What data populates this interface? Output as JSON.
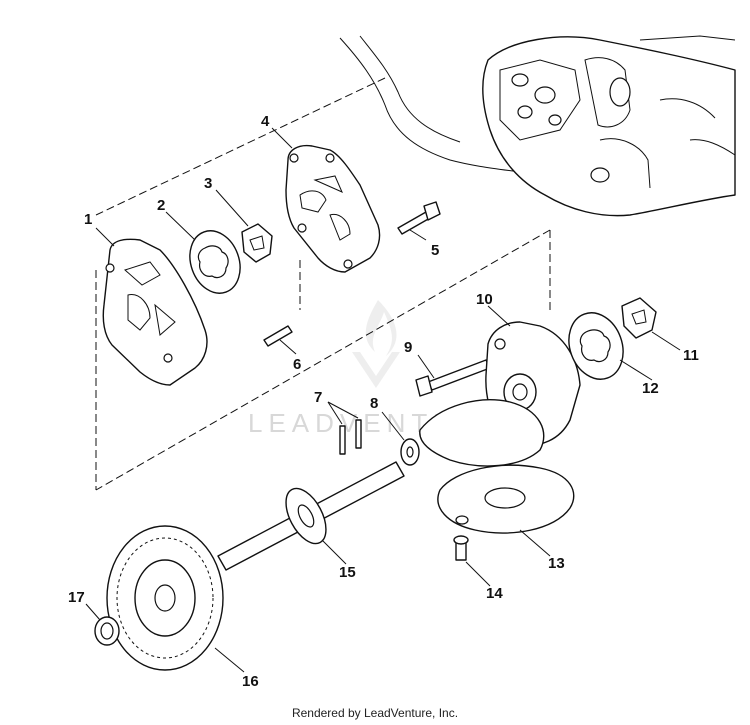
{
  "watermark": {
    "text": "LEADVENTURE"
  },
  "callouts": {
    "c1": "1",
    "c2": "2",
    "c3": "3",
    "c4": "4",
    "c5": "5",
    "c6": "6",
    "c7": "7",
    "c8": "8",
    "c9": "9",
    "c10": "10",
    "c11": "11",
    "c12": "12",
    "c13": "13",
    "c14": "14",
    "c15": "15",
    "c16": "16",
    "c17": "17"
  },
  "footer": {
    "text": "Rendered by LeadVenture, Inc."
  }
}
